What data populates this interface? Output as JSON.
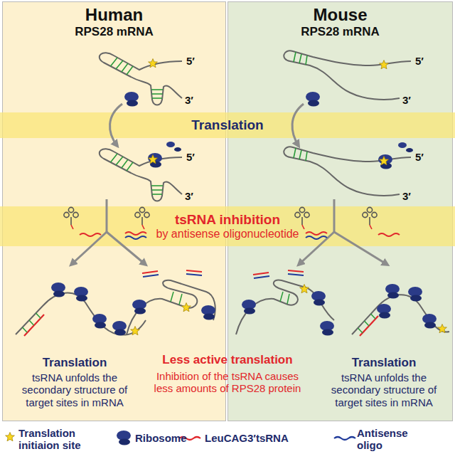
{
  "diagram": {
    "nodes": [
      {
        "text": [
          "Human",
          "RPS28 mRNA"
        ]
      },
      {
        "text": [
          "Mouse",
          "RPS28 mRNA"
        ]
      },
      {
        "text": [
          "Translation"
        ]
      },
      {
        "text": [
          "tsRNA inhibition",
          "by antisense oligonucleotide"
        ]
      }
    ],
    "labels": [
      "5′",
      "3′",
      "5′",
      "3′",
      "5′",
      "3′",
      "5′",
      "3′",
      "Translation",
      "tsRNA unfolds the secondary structure of target sites in mRNA",
      "Less active translation",
      "Inhibition of the tsRNA causes less amounts of RPS28 protein",
      "Translation",
      "tsRNA unfolds the secondary structure of target sites in mRNA"
    ],
    "legend": [
      {
        "text": "Translation initiaion site"
      },
      {
        "text": "Ribosome"
      },
      {
        "text": "LeuCAG3′tsRNA"
      },
      {
        "text": "Antisense oligo"
      }
    ]
  }
}
